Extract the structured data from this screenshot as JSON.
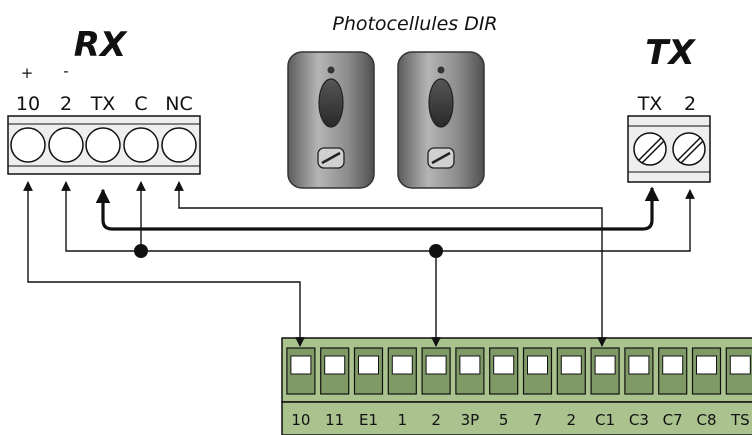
{
  "caption": "Photocellules DIR",
  "rx": {
    "title": "RX",
    "polarity": [
      "+",
      "-"
    ],
    "terminals": [
      "10",
      "2",
      "TX",
      "C",
      "NC"
    ]
  },
  "tx": {
    "title": "TX",
    "terminals": [
      "TX",
      "2"
    ]
  },
  "board": {
    "terminals": [
      "10",
      "11",
      "E1",
      "1",
      "2",
      "3P",
      "5",
      "7",
      "2",
      "C1",
      "C3",
      "C7",
      "C8",
      "TS"
    ]
  },
  "colors": {
    "line": "#111111",
    "board_green": "#a9c28e",
    "board_dark": "#7f9a66",
    "block_gray": "#eeeeee",
    "device_body": "#8a8a8a"
  }
}
